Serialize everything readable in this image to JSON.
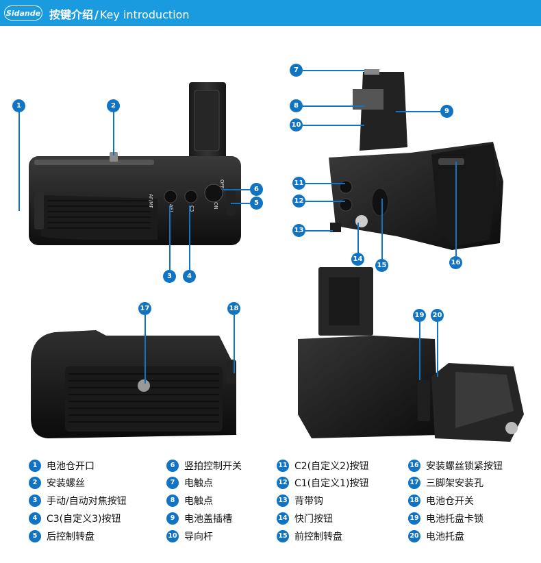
{
  "header": {
    "brand_logo": "Sidande",
    "title_cn": "按键介绍",
    "separator": "/",
    "title_en": "Key introduction",
    "background_color": "#1a9be0"
  },
  "callout_color": "#1173c4",
  "figures": {
    "front_view": {
      "callouts": [
        "1",
        "2",
        "3",
        "4",
        "5",
        "6"
      ],
      "printed_marks": [
        "AF/MF",
        "AEL",
        "C3",
        "OFF",
        "ON"
      ]
    },
    "side_view": {
      "callouts": [
        "7",
        "8",
        "9",
        "10",
        "11",
        "12",
        "13",
        "14",
        "15",
        "16"
      ]
    },
    "back_view": {
      "callouts": [
        "17",
        "18"
      ]
    },
    "open_view": {
      "callouts": [
        "19",
        "20"
      ]
    }
  },
  "legend": [
    {
      "num": "1",
      "label": "电池仓开口"
    },
    {
      "num": "2",
      "label": "安装螺丝"
    },
    {
      "num": "3",
      "label": "手动/自动对焦按钮"
    },
    {
      "num": "4",
      "label": "C3(自定义3)按钮"
    },
    {
      "num": "5",
      "label": "后控制转盘"
    },
    {
      "num": "6",
      "label": "竖拍控制开关"
    },
    {
      "num": "7",
      "label": "电触点"
    },
    {
      "num": "8",
      "label": "电触点"
    },
    {
      "num": "9",
      "label": "电池盖插槽"
    },
    {
      "num": "10",
      "label": "导向杆"
    },
    {
      "num": "11",
      "label": "C2(自定义2)按钮"
    },
    {
      "num": "12",
      "label": "C1(自定义1)按钮"
    },
    {
      "num": "13",
      "label": "背带钩"
    },
    {
      "num": "14",
      "label": "快门按钮"
    },
    {
      "num": "15",
      "label": "前控制转盘"
    },
    {
      "num": "16",
      "label": "安装螺丝锁紧按钮"
    },
    {
      "num": "17",
      "label": "三脚架安装孔"
    },
    {
      "num": "18",
      "label": "电池仓开关"
    },
    {
      "num": "19",
      "label": "电池托盘卡锁"
    },
    {
      "num": "20",
      "label": "电池托盘"
    }
  ]
}
